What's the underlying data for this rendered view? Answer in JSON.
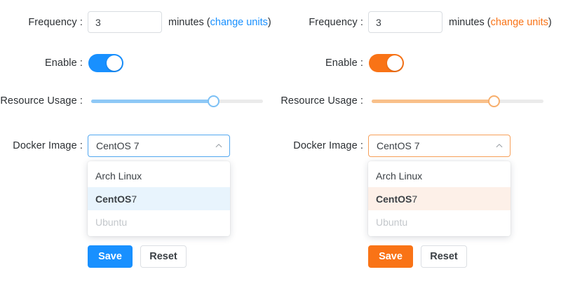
{
  "panels": [
    {
      "theme": "blue",
      "accent": "#1890ff",
      "accent_soft": "#8ec8f6",
      "accent_highlight": "#e8f4fd",
      "frequency": {
        "label": "Frequency :",
        "value": "3",
        "placeholder": "",
        "units_prefix": "minutes (",
        "units_link": "change units",
        "units_suffix": ")"
      },
      "enable": {
        "label": "Enable :",
        "state": "on"
      },
      "resource_usage": {
        "label": "Resource Usage :",
        "value_percent": 71
      },
      "docker_image": {
        "label": "Docker Image :",
        "selected": "CentOS 7",
        "caret_icon": "chevron-up-icon",
        "options": [
          {
            "label": "Arch Linux",
            "selected": false,
            "disabled": false
          },
          {
            "label": "CentOS",
            "suffix": " 7",
            "selected": true,
            "disabled": false
          },
          {
            "label": "Ubuntu",
            "selected": false,
            "disabled": true
          }
        ]
      },
      "buttons": {
        "save": "Save",
        "reset": "Reset"
      }
    },
    {
      "theme": "orange",
      "accent": "#f97316",
      "accent_soft": "#f9c08a",
      "accent_highlight": "#fdf0e8",
      "frequency": {
        "label": "Frequency :",
        "value": "3",
        "placeholder": "",
        "units_prefix": "minutes (",
        "units_link": "change units",
        "units_suffix": ")"
      },
      "enable": {
        "label": "Enable :",
        "state": "on"
      },
      "resource_usage": {
        "label": "Resource Usage :",
        "value_percent": 71
      },
      "docker_image": {
        "label": "Docker Image :",
        "selected": "CentOS 7",
        "caret_icon": "chevron-up-icon",
        "options": [
          {
            "label": "Arch Linux",
            "selected": false,
            "disabled": false
          },
          {
            "label": "CentOS",
            "suffix": " 7",
            "selected": true,
            "disabled": false
          },
          {
            "label": "Ubuntu",
            "selected": false,
            "disabled": true
          }
        ]
      },
      "buttons": {
        "save": "Save",
        "reset": "Reset"
      }
    }
  ]
}
